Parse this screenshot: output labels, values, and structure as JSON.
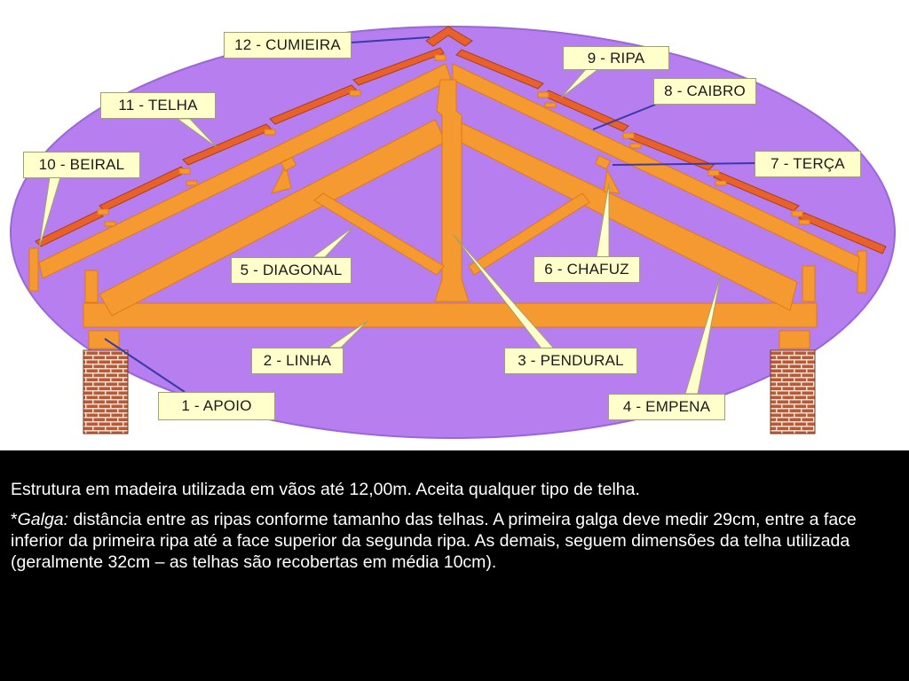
{
  "colors": {
    "ellipse": "#b77ef0",
    "timber": "#f59a30",
    "timber_edge": "#e07a10",
    "tile": "#e8602a",
    "brick": "#b85a3a",
    "label_bg": "#ffffcc",
    "pointer": "#3a3aa8"
  },
  "labels": {
    "cumieira": "12 - CUMIEIRA",
    "telha": "11 - TELHA",
    "beiral": "10 - BEIRAL",
    "ripa": "9 - RIPA",
    "caibro": "8 - CAIBRO",
    "terca": "7 - TERÇA",
    "diagonal": "5 - DIAGONAL",
    "chafuz": "6 - CHAFUZ",
    "linha": "2 - LINHA",
    "pendural": "3 - PENDURAL",
    "apoio": "1 - APOIO",
    "empena": "4 - EMPENA"
  },
  "caption": {
    "line1": "Estrutura em madeira utilizada em vãos até 12,00m. Aceita qualquer tipo de telha.",
    "asterisk": "*",
    "term": "Galga:",
    "definition": " distância entre as ripas conforme tamanho das telhas. A primeira galga deve medir 29cm, entre a face inferior da primeira ripa até a face superior da segunda ripa. As demais, seguem dimensões da telha utilizada (geralmente 32cm – as telhas são recobertas em média 10cm)."
  }
}
